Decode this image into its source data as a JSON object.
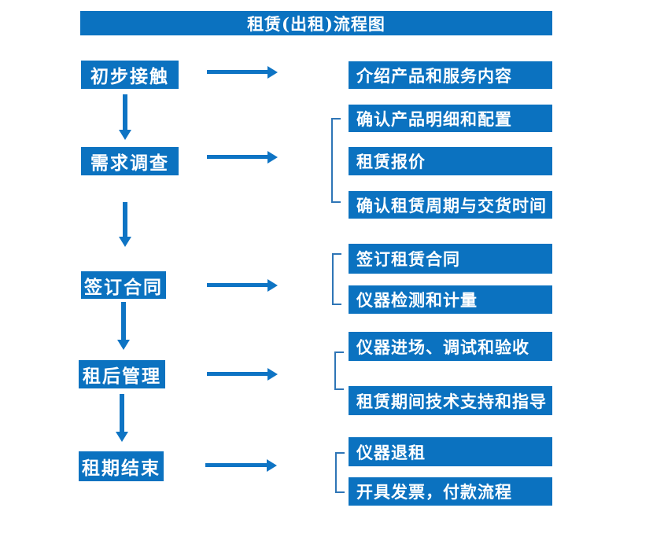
{
  "title": "租赁(出租)流程图",
  "steps": [
    {
      "label": "初步接触",
      "outputs": [
        "介绍产品和服务内容"
      ]
    },
    {
      "label": "需求调查",
      "outputs": [
        "确认产品明细和配置",
        "租赁报价",
        "确认租赁周期与交货时间"
      ]
    },
    {
      "label": "签订合同",
      "outputs": [
        "签订租赁合同",
        "仪器检测和计量"
      ]
    },
    {
      "label": "租后管理",
      "outputs": [
        "仪器进场、调试和验收",
        "租赁期间技术支持和指导"
      ]
    },
    {
      "label": "租期结束",
      "outputs": [
        "仪器退租",
        "开具发票，付款流程"
      ]
    }
  ],
  "colors": {
    "box_blue": "#0b72c0",
    "arrow_blue": "#0e74c4",
    "bracket_blue": "#2e75b6",
    "text_white": "#ffffff"
  }
}
